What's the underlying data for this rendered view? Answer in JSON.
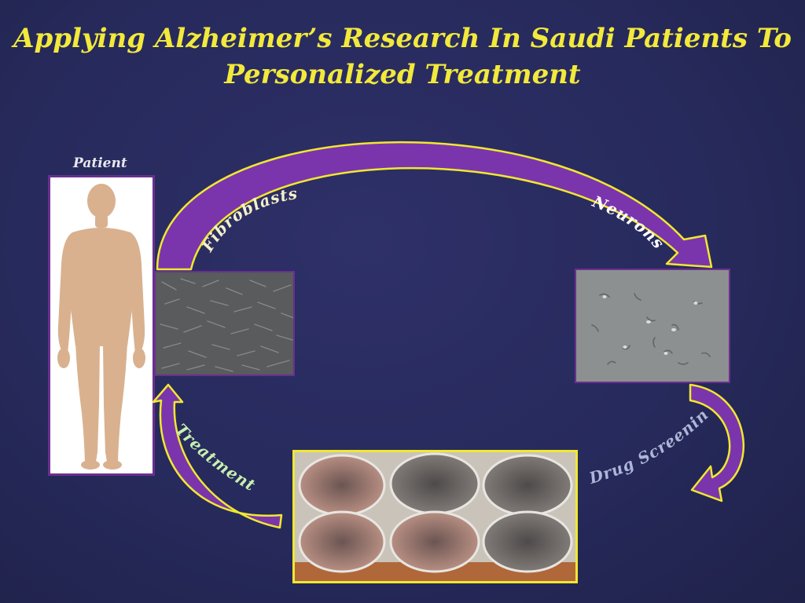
{
  "title": {
    "line1": "Applying Alzheimer’s Research In Saudi Patients To",
    "line2": "Personalized Treatment"
  },
  "patient": {
    "label": "Patient"
  },
  "stages": {
    "fibroblasts": "Fibroblasts",
    "neurons": "Neurons",
    "drug_screening": "Drug Screening",
    "treatment": "Treatment"
  },
  "colors": {
    "background": "#272a5c",
    "title": "#f2e93b",
    "arrow_fill": "#7a35ad",
    "arrow_outline": "#f0e830",
    "fibroblasts_label": "#f4f0c8",
    "neurons_label": "#ffffff",
    "drug_screening_label": "#aeb6d8",
    "treatment_label": "#c8f0b0"
  },
  "icons": {
    "patient": "human-silhouette-icon",
    "cycle_arrows": "curved-arrow-icon"
  }
}
